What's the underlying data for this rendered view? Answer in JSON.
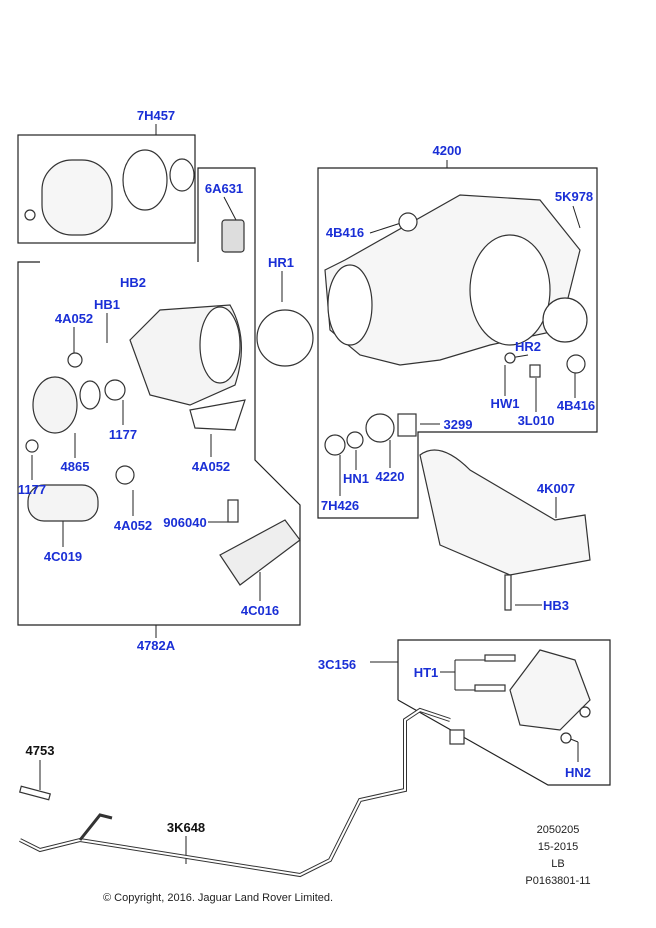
{
  "labels": {
    "l7H457": "7H457",
    "l4200": "4200",
    "l6A631": "6A631",
    "l5K978": "5K978",
    "l4B416a": "4B416",
    "lHR1": "HR1",
    "lHB2": "HB2",
    "lHB1": "HB1",
    "l4A052a": "4A052",
    "lHR2": "HR2",
    "l4B416b": "4B416",
    "lHW1": "HW1",
    "l3L010": "3L010",
    "l1177a": "1177",
    "l3299": "3299",
    "l4A052b": "4A052",
    "l4865": "4865",
    "l4K007": "4K007",
    "lHN1": "HN1",
    "l4220": "4220",
    "l1177b": "1177",
    "l7H426": "7H426",
    "l906040": "906040",
    "l4A052c": "4A052",
    "l4C019": "4C019",
    "l4C016": "4C016",
    "lHB3": "HB3",
    "l4782A": "4782A",
    "l3C156": "3C156",
    "lHT1": "HT1",
    "lHN2": "HN2",
    "l4753": "4753",
    "l3K648": "3K648"
  },
  "meta": {
    "code": "2050205",
    "date": "15-2015",
    "lang": "LB",
    "ref": "P0163801-11"
  },
  "copyright": "© Copyright, 2016. Jaguar Land Rover Limited.",
  "colors": {
    "label": "#1a2fd6",
    "line": "#222222"
  }
}
